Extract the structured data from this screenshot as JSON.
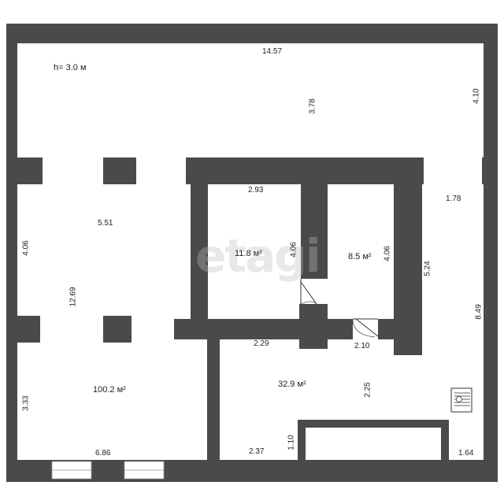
{
  "plan": {
    "ceiling_height": "h= 3.0 м",
    "watermark": "etagi",
    "rooms": [
      {
        "id": "room-hall",
        "area": "100.2 м²"
      },
      {
        "id": "room-small-left",
        "area": "11.8 м²"
      },
      {
        "id": "room-small-right",
        "area": "8.5 м²"
      },
      {
        "id": "room-bottom-right",
        "area": "32.9 м²"
      }
    ],
    "dimensions": {
      "top_length": "14.57",
      "top_height": "3.78",
      "right_top": "4.10",
      "hall_width": "5.51",
      "hall_left_top": "4.06",
      "hall_left_mid": "12.69",
      "hall_left_bottom": "3.33",
      "hall_bottom": "6.86",
      "room_a_width": "2.93",
      "room_a_height": "4.06",
      "room_b_height": "4.06",
      "right_corridor_width": "1.78",
      "right_corridor_height": "5.24",
      "right_total_height": "8.49",
      "room_c_top_left": "2.29",
      "room_c_top_right": "2.10",
      "room_c_height": "2.25",
      "room_c_bottom_left": "2.37",
      "room_c_niche_height": "1.10",
      "room_c_bottom_right": "1.64"
    }
  }
}
